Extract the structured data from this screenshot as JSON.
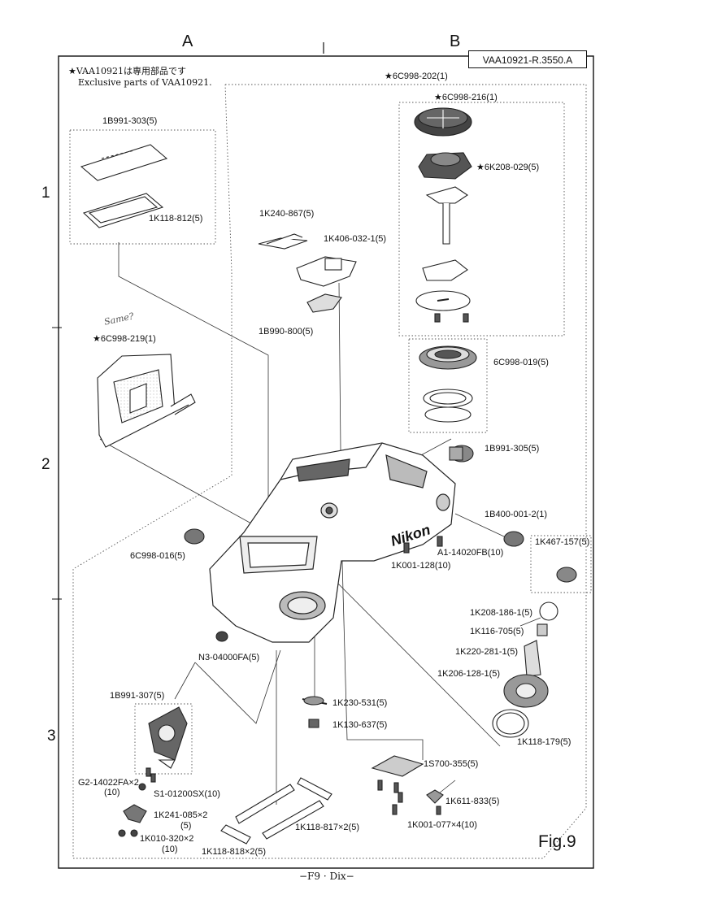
{
  "header": {
    "column_a": "A",
    "column_b": "B",
    "doc_id": "VAA10921-R.3550.A"
  },
  "rows": [
    "1",
    "2",
    "3"
  ],
  "note": {
    "line1": "★VAA10921は専用部品です",
    "line2": "Exclusive parts of VAA10921."
  },
  "handwritten_note": "Same?",
  "parts": {
    "p_6c998_202": "★6C998-202(1)",
    "p_6c998_216": "★6C998-216(1)",
    "p_6k208_029": "★6K208-029(5)",
    "p_1b991_303": "1B991-303(5)",
    "p_1k118_812": "1K118-812(5)",
    "p_1k240_867": "1K240-867(5)",
    "p_1k406_032": "1K406-032-1(5)",
    "p_1b990_800": "1B990-800(5)",
    "p_6c998_219": "★6C998-219(1)",
    "p_6c998_019": "6C998-019(5)",
    "p_1b991_305": "1B991-305(5)",
    "p_1b400_001": "1B400-001-2(1)",
    "p_1k467_157": "1K467-157(5)",
    "p_a1_14020fb": "A1-14020FB(10)",
    "p_1k001_128": "1K001-128(10)",
    "p_6c998_016": "6C998-016(5)",
    "p_n3_04000fa": "N3-04000FA(5)",
    "p_1k208_186": "1K208-186-1(5)",
    "p_1k116_705": "1K116-705(5)",
    "p_1k220_281": "1K220-281-1(5)",
    "p_1k206_128": "1K206-128-1(5)",
    "p_1k118_179": "1K118-179(5)",
    "p_1b991_307": "1B991-307(5)",
    "p_1k230_531": "1K230-531(5)",
    "p_1k130_637": "1K130-637(5)",
    "p_g2_14022fa": "G2-14022FA×2",
    "p_g2_qty": "(10)",
    "p_s1_01200sx": "S1-01200SX(10)",
    "p_1s700_355": "1S700-355(5)",
    "p_1k241_085": "1K241-085×2",
    "p_1k241_qty": "(5)",
    "p_1k611_833": "1K611-833(5)",
    "p_1k010_320": "1K010-320×2",
    "p_1k010_qty": "(10)",
    "p_1k001_077": "1K001-077×4(10)",
    "p_1k118_817": "1K118-817×2(5)",
    "p_1k118_818": "1K118-818×2(5)"
  },
  "brand_mark": "Nikon",
  "figure_label": "Fig.9",
  "footer": "−F9 · Dix−"
}
